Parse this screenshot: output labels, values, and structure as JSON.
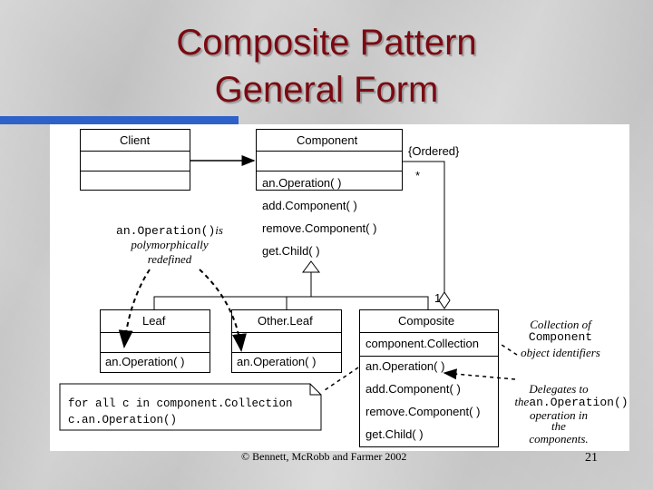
{
  "slide": {
    "title_line1": "Composite Pattern",
    "title_line2": "General Form",
    "footer": "© Bennett, McRobb and Farmer 2002",
    "page_number": "21"
  },
  "classes": {
    "client": {
      "name": "Client"
    },
    "component": {
      "name": "Component",
      "operations": [
        "an.Operation( )",
        "add.Component( )",
        "remove.Component( )",
        "get.Child( )"
      ]
    },
    "leaf": {
      "name": "Leaf",
      "operations": [
        "an.Operation( )"
      ]
    },
    "other_leaf": {
      "name": "Other.Leaf",
      "operations": [
        "an.Operation( )"
      ]
    },
    "composite": {
      "name": "Composite",
      "attributes": [
        "component.Collection"
      ],
      "operations": [
        "an.Operation( )",
        "add.Component( )",
        "remove.Component( )",
        "get.Child( )"
      ]
    }
  },
  "association": {
    "constraint": "{Ordered}",
    "many": "*",
    "one": "1"
  },
  "notes": {
    "polymorphic": {
      "code": "an.Operation()",
      "text1": "is",
      "text2": "polymorphically",
      "text3": "redefined"
    },
    "code_note": {
      "line1": "for all c in component.Collection",
      "line2": "c.an.Operation()"
    },
    "collection": {
      "line1": "Collection of",
      "code": "Component",
      "line3": "object identifiers"
    },
    "delegates": {
      "line1": "Delegates to",
      "prefix": "the",
      "code": "an.Operation()",
      "line3": "operation in",
      "line4": "the",
      "line5": "components."
    }
  }
}
